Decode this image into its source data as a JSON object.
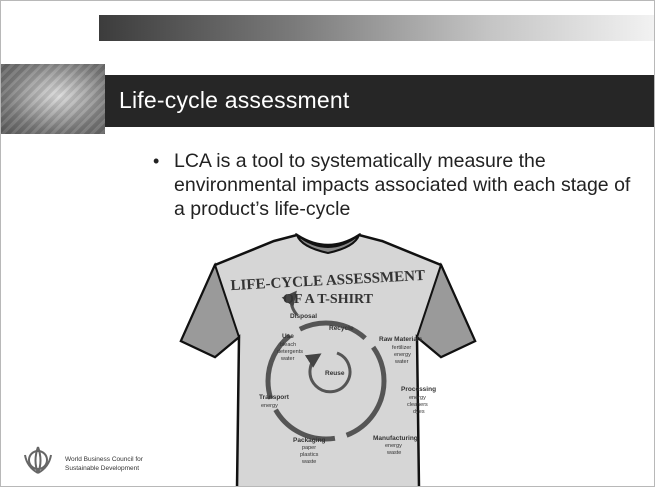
{
  "slide": {
    "title": "Life-cycle assessment",
    "bullet": "LCA is a tool to systematically measure the environmental impacts associated with each stage of a product’s life-cycle"
  },
  "tshirt": {
    "heading_line1": "LIFE-CYCLE ASSESSMENT",
    "heading_line2": "OF A T-SHIRT",
    "stages": {
      "disposal": {
        "name": "Disposal"
      },
      "recycle": {
        "name": "Recycle"
      },
      "use": {
        "name": "Use",
        "details": [
          "bleach",
          "detergents",
          "water"
        ]
      },
      "raw_materials": {
        "name": "Raw Materials",
        "details": [
          "fertilizer",
          "energy",
          "water"
        ]
      },
      "reuse": {
        "name": "Reuse"
      },
      "processing": {
        "name": "Processing",
        "details": [
          "energy",
          "cleaners",
          "dyes"
        ]
      },
      "transport": {
        "name": "Transport",
        "details": [
          "energy"
        ]
      },
      "packaging": {
        "name": "Packaging",
        "details": [
          "paper",
          "plastics",
          "waste"
        ]
      },
      "manufacturing": {
        "name": "Manufacturing",
        "details": [
          "energy",
          "waste"
        ]
      }
    }
  },
  "logo": {
    "line1": "World Business Council for",
    "line2": "Sustainable Development"
  }
}
